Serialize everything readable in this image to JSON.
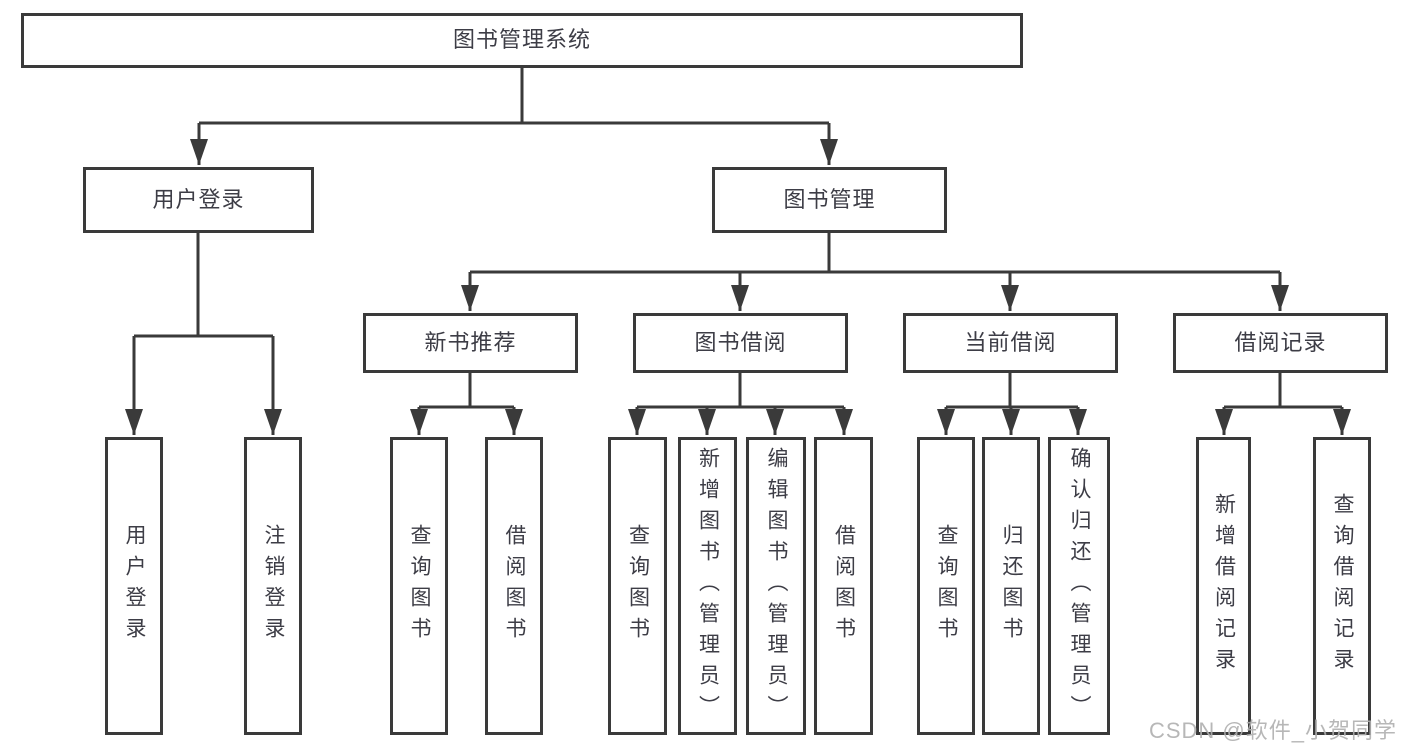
{
  "tree": {
    "label": "图书管理系统",
    "children": [
      {
        "label": "用户登录",
        "children": [
          {
            "label": "用户登录"
          },
          {
            "label": "注销登录"
          }
        ]
      },
      {
        "label": "图书管理",
        "children": [
          {
            "label": "新书推荐",
            "children": [
              {
                "label": "查询图书"
              },
              {
                "label": "借阅图书"
              }
            ]
          },
          {
            "label": "图书借阅",
            "children": [
              {
                "label": "查询图书"
              },
              {
                "label": "新增图书（管理员）"
              },
              {
                "label": "编辑图书（管理员）"
              },
              {
                "label": "借阅图书"
              }
            ]
          },
          {
            "label": "当前借阅",
            "children": [
              {
                "label": "查询图书"
              },
              {
                "label": "归还图书"
              },
              {
                "label": "确认归还（管理员）"
              }
            ]
          },
          {
            "label": "借阅记录",
            "children": [
              {
                "label": "新增借阅记录"
              },
              {
                "label": "查询借阅记录"
              }
            ]
          }
        ]
      }
    ]
  },
  "watermark": {
    "text": "CSDN @软件_小贺同学"
  },
  "colors": {
    "line": "#3a3a3a",
    "box_border": "#3a3a3a",
    "box_fill": "#ffffff",
    "text": "#3d3d46",
    "watermark": "#afafaf",
    "background": "#ffffff"
  }
}
